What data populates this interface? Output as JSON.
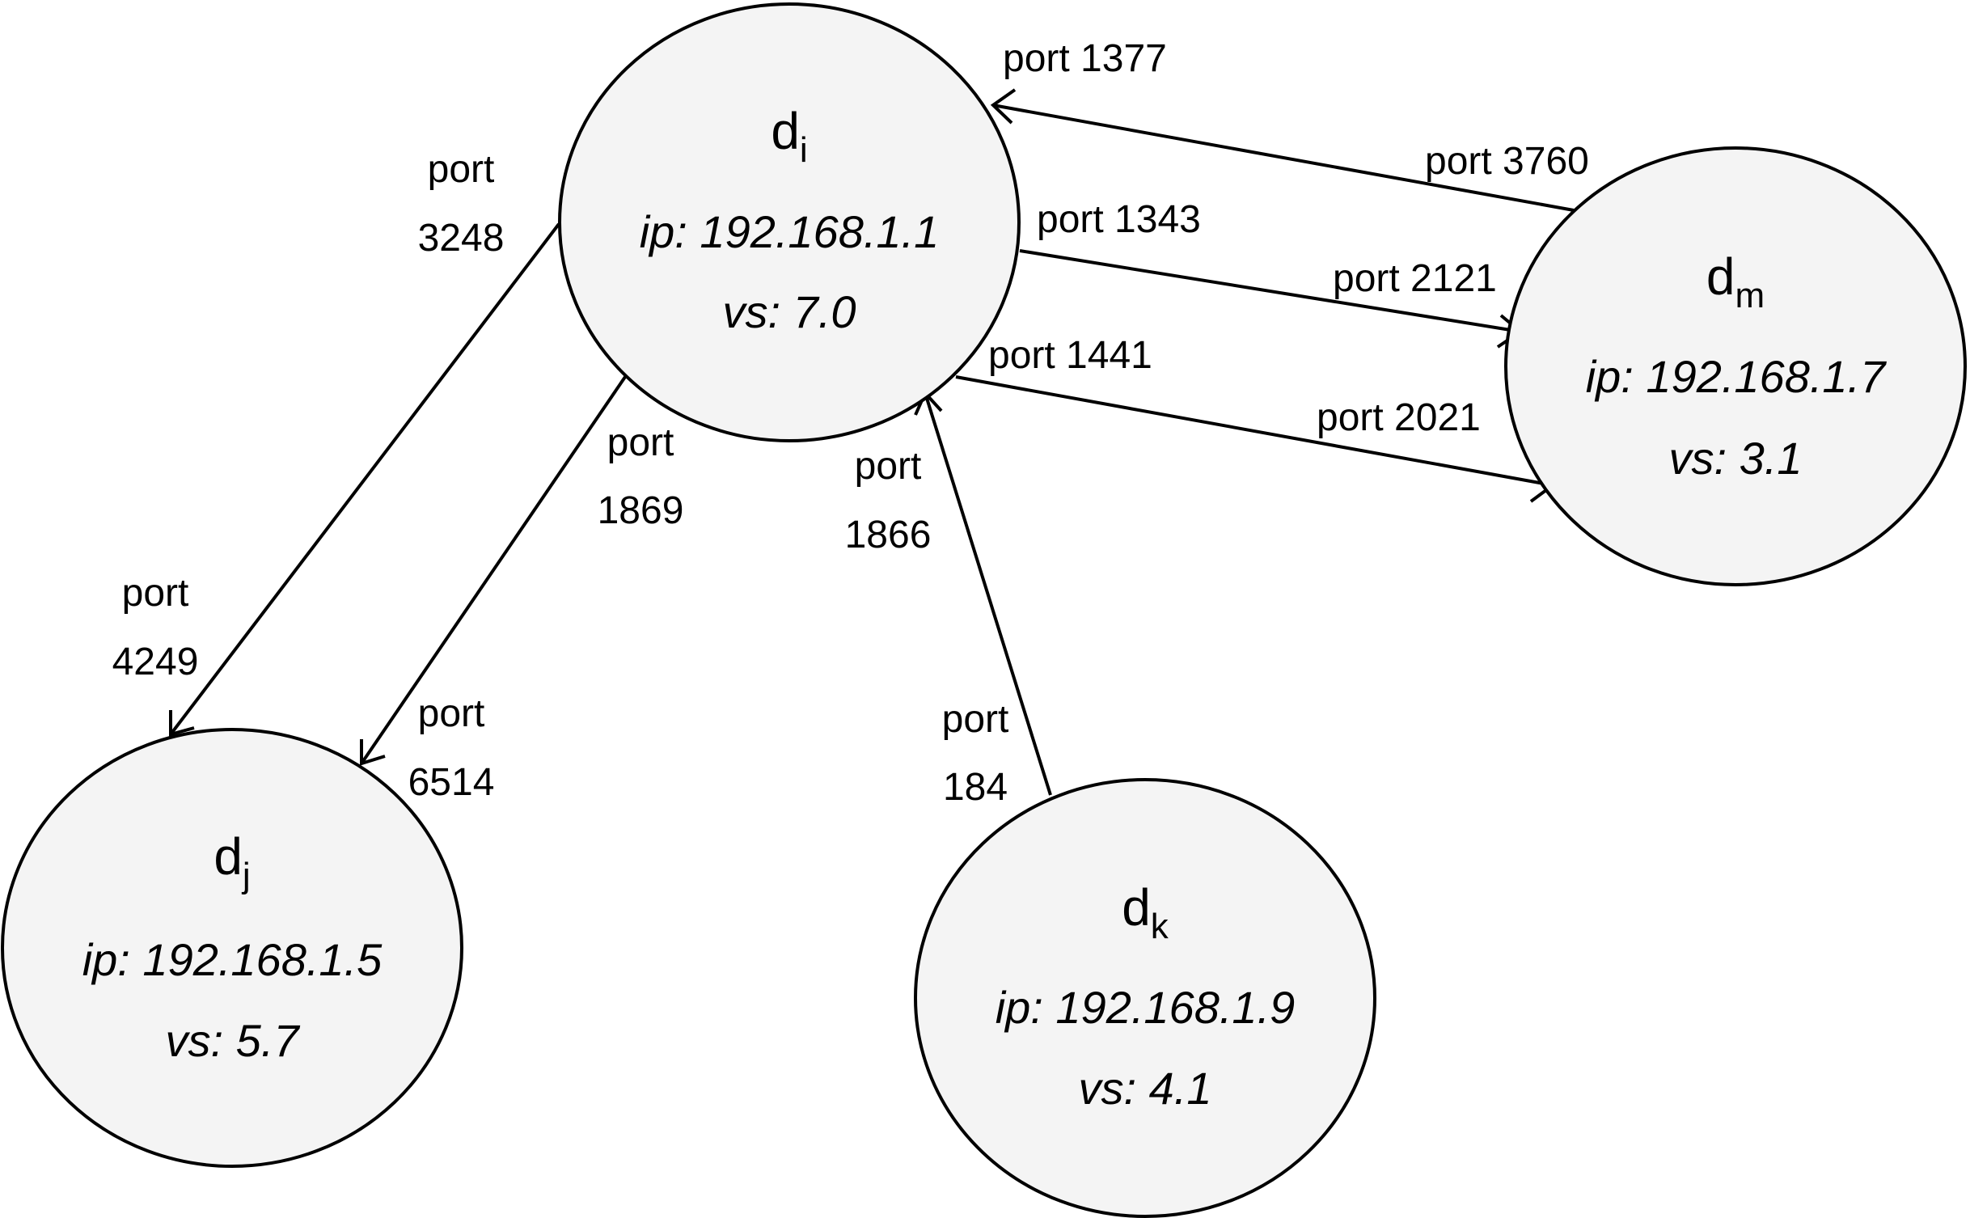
{
  "nodes": {
    "di": {
      "name": "d",
      "sub": "i",
      "ip": "ip: 192.168.1.1",
      "vs": "vs: 7.0"
    },
    "dj": {
      "name": "d",
      "sub": "j",
      "ip": "ip: 192.168.1.5",
      "vs": "vs: 5.7"
    },
    "dk": {
      "name": "d",
      "sub": "k",
      "ip": "ip: 192.168.1.9",
      "vs": "vs: 4.1"
    },
    "dm": {
      "name": "d",
      "sub": "m",
      "ip": "ip: 192.168.1.7",
      "vs": "vs: 3.1"
    }
  },
  "edges": [
    {
      "from": "dm",
      "to": "di",
      "from_port": "port 3760",
      "to_port": "port 1377"
    },
    {
      "from": "di",
      "to": "dm",
      "from_port": "port 1343",
      "to_port": "port 2121"
    },
    {
      "from": "di",
      "to": "dm",
      "from_port": "port 1441",
      "to_port": "port 2021"
    },
    {
      "from": "di",
      "to": "dj",
      "from_port": [
        "port",
        "3248"
      ],
      "to_port": [
        "port",
        "4249"
      ]
    },
    {
      "from": "di",
      "to": "dj",
      "from_port": [
        "port",
        "1869"
      ],
      "to_port": [
        "port",
        "6514"
      ]
    },
    {
      "from": "dk",
      "to": "di",
      "from_port": [
        "port",
        "184"
      ],
      "to_port": [
        "port",
        "1866"
      ]
    }
  ]
}
